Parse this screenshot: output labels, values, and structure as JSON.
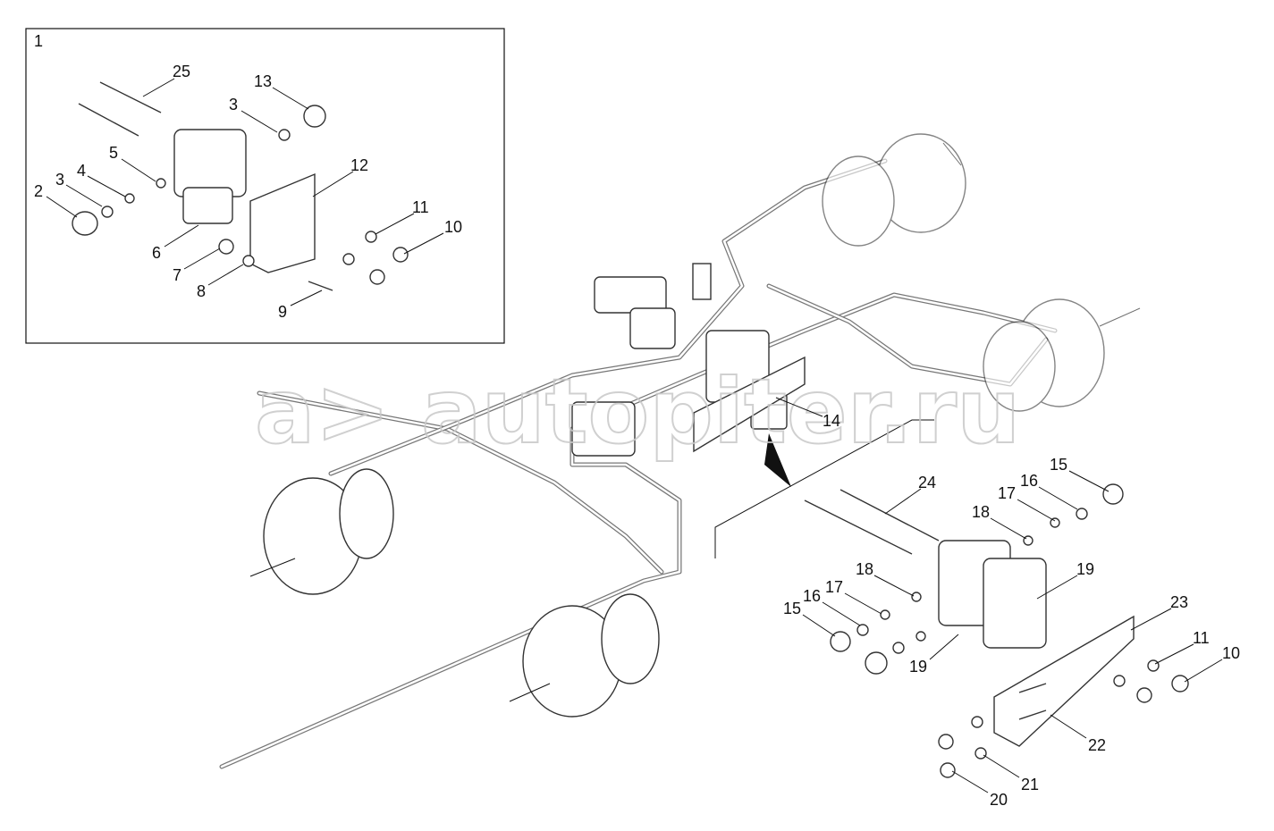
{
  "diagram": {
    "watermark": "a> autopiter.ru",
    "inset_label": "1",
    "callouts": [
      "25",
      "13",
      "3",
      "5",
      "12",
      "2",
      "3",
      "4",
      "11",
      "10",
      "6",
      "7",
      "8",
      "9",
      "14",
      "24",
      "15",
      "16",
      "17",
      "18",
      "19",
      "18",
      "17",
      "16",
      "15",
      "19",
      "23",
      "11",
      "10",
      "22",
      "21",
      "20"
    ]
  }
}
